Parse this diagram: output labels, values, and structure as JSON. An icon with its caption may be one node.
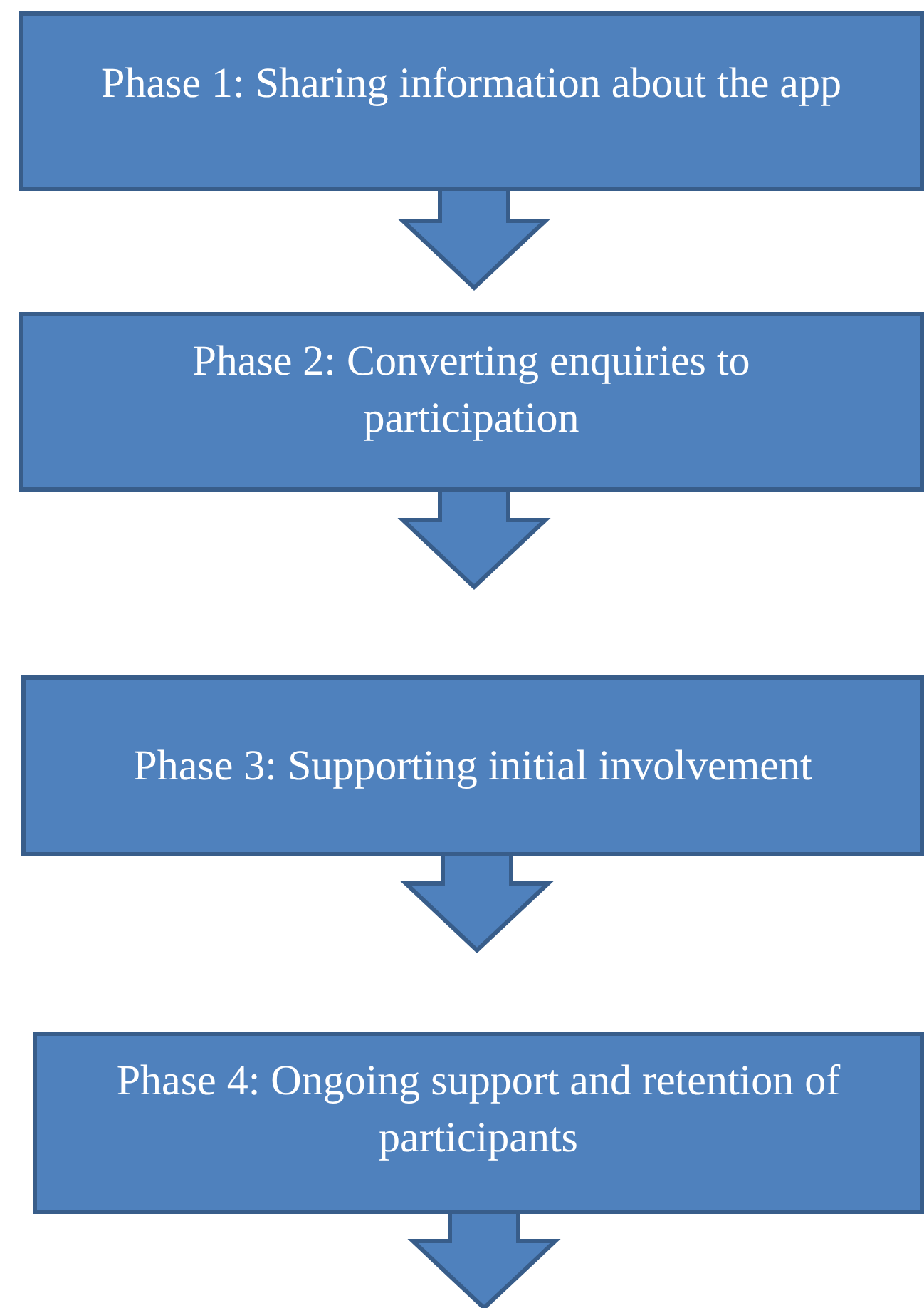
{
  "diagram": {
    "nodes": [
      {
        "text": [
          "Phase 1: Sharing information about the app"
        ]
      },
      {
        "text": [
          "Phase 2: Converting enquiries to participation"
        ]
      },
      {
        "text": [
          "Phase 3: Supporting initial involvement"
        ]
      },
      {
        "text": [
          "Phase 4: Ongoing support and retention of participants"
        ]
      }
    ],
    "edges": [
      {
        "from": 0,
        "to": 1,
        "arrow": "to"
      },
      {
        "from": 1,
        "to": 2,
        "arrow": "to"
      },
      {
        "from": 2,
        "to": 3,
        "arrow": "to"
      },
      {
        "from": 3,
        "to": null,
        "arrow": "to"
      }
    ]
  }
}
